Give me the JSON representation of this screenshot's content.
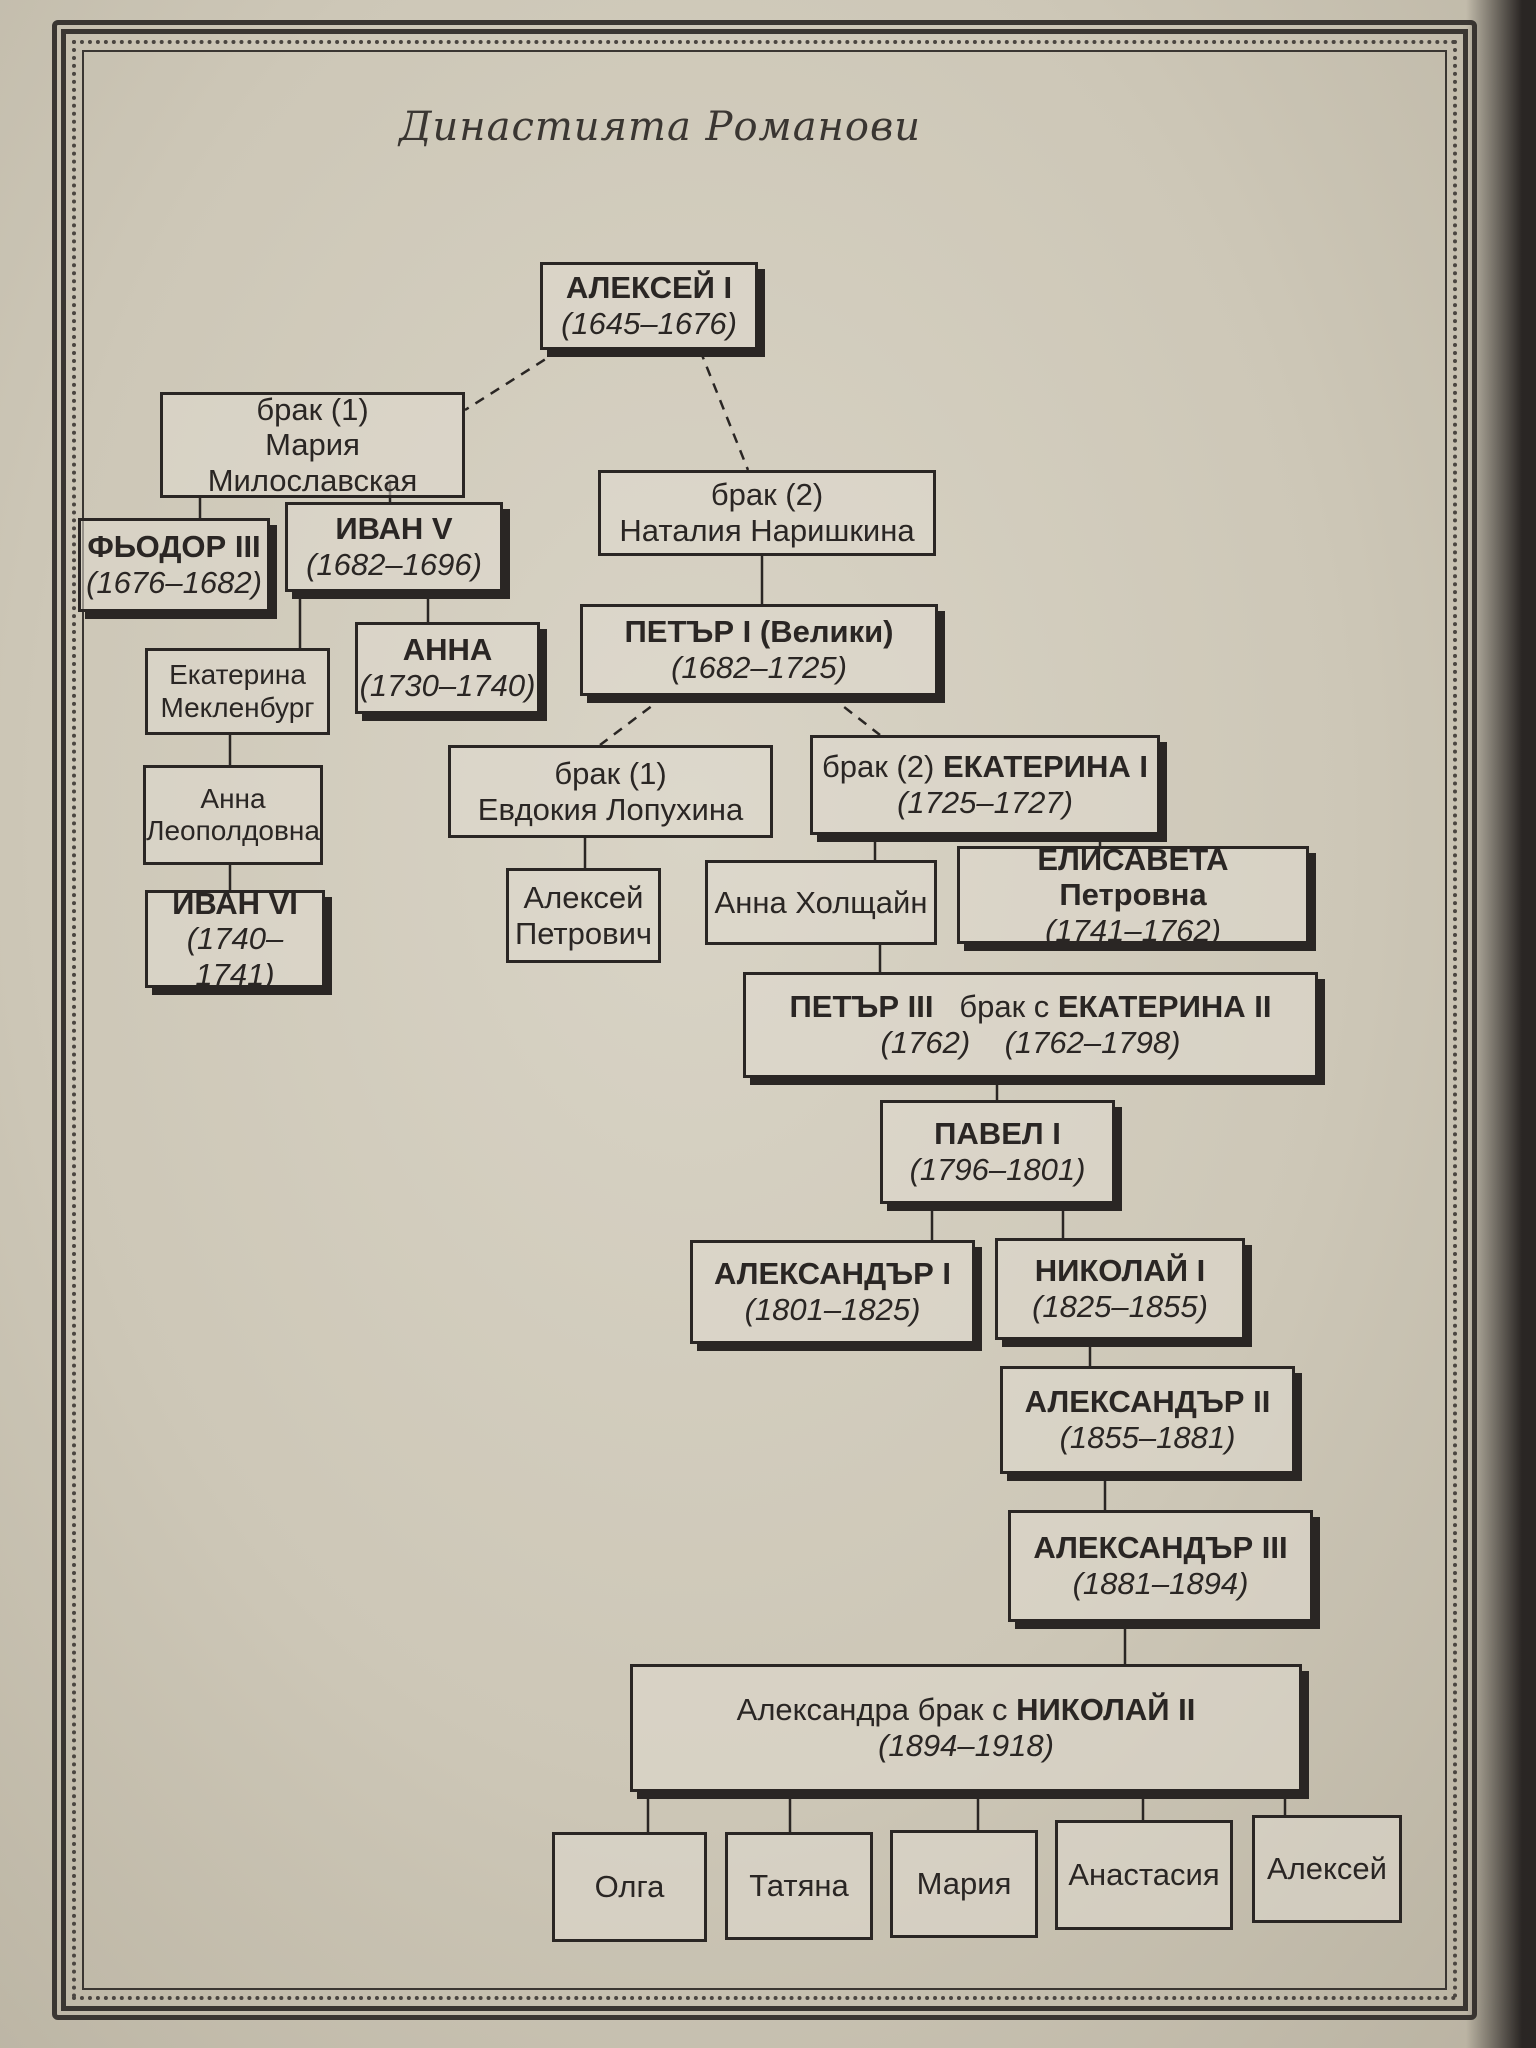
{
  "title": "Династията Романови",
  "nodes": {
    "aleksei1": {
      "name": "АЛЕКСЕЙ I",
      "years": "(1645–1676)"
    },
    "marriage1": {
      "line1": "брак (1)",
      "line2": "Мария Милославская"
    },
    "marriage2": {
      "line1": "брак (2)",
      "line2": "Наталия Наришкина"
    },
    "fyodor3": {
      "name": "ФЬОДОР III",
      "years": "(1676–1682)"
    },
    "ivan5": {
      "name": "ИВАН V",
      "years": "(1682–1696)"
    },
    "petr1": {
      "name": "ПЕТЪР I (Велики)",
      "years": "(1682–1725)"
    },
    "ekaterina_m": {
      "line1": "Екатерина",
      "line2": "Мекленбург"
    },
    "anna": {
      "name": "АННА",
      "years": "(1730–1740)"
    },
    "petr_m1": {
      "line1": "брак (1)",
      "line2": "Евдокия Лопухина"
    },
    "petr_m2": {
      "prefix": "брак (2)",
      "name": "ЕКАТЕРИНА I",
      "years": "(1725–1727)"
    },
    "anna_l": {
      "line1": "Анна",
      "line2": "Леополдовна"
    },
    "aleksei_p": {
      "line1": "Алексей",
      "line2": "Петрович"
    },
    "anna_h": {
      "line1": "Анна Холщайн"
    },
    "elisaveta": {
      "name": "ЕЛИСАВЕТА",
      "name_rest": "Петровна",
      "years": "(1741–1762)"
    },
    "ivan6": {
      "name": "ИВАН VI",
      "years": "(1740–1741)"
    },
    "petr3": {
      "name": "ПЕТЪР III",
      "mid": "брак с",
      "name2": "ЕКАТЕРИНА II",
      "years": "(1762)",
      "years2": "(1762–1798)"
    },
    "pavel1": {
      "name": "ПАВЕЛ I",
      "years": "(1796–1801)"
    },
    "aleksandr1": {
      "name": "АЛЕКСАНДЪР I",
      "years": "(1801–1825)"
    },
    "nikolai1": {
      "name": "НИКОЛАЙ I",
      "years": "(1825–1855)"
    },
    "aleksandr2": {
      "name": "АЛЕКСАНДЪР II",
      "years": "(1855–1881)"
    },
    "aleksandr3": {
      "name": "АЛЕКСАНДЪР III",
      "years": "(1881–1894)"
    },
    "nikolai2": {
      "prefix": "Александра брак с",
      "name": "НИКОЛАЙ II",
      "years": "(1894–1918)"
    },
    "children": [
      "Олга",
      "Татяна",
      "Мария",
      "Анастасия",
      "Алексей"
    ]
  }
}
